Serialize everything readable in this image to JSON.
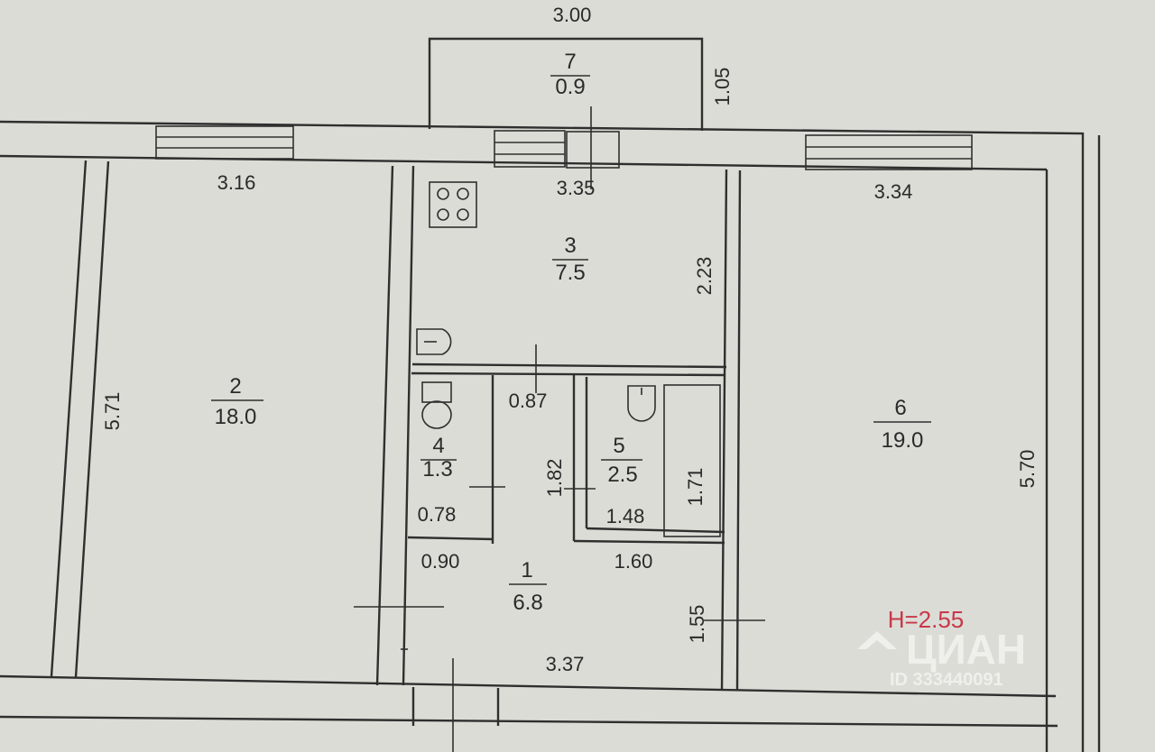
{
  "rooms": [
    {
      "number": "7",
      "area": "0.9"
    },
    {
      "number": "3",
      "area": "7.5"
    },
    {
      "number": "2",
      "area": "18.0"
    },
    {
      "number": "6",
      "area": "19.0"
    },
    {
      "number": "4",
      "area": "1.3"
    },
    {
      "number": "5",
      "area": "2.5"
    },
    {
      "number": "1",
      "area": "6.8"
    }
  ],
  "dimensions": {
    "balcony_width": "3.00",
    "balcony_depth": "1.05",
    "room2_width": "3.16",
    "room2_height": "5.71",
    "kitchen_width": "3.35",
    "kitchen_depth": "2.23",
    "room6_width": "3.34",
    "room6_height": "5.70",
    "corridor_top": "0.87",
    "corridor_mid": "1.82",
    "wc_width": "0.78",
    "wc_door": "0.90",
    "bath_width": "1.48",
    "bath_length": "1.71",
    "bath_door": "1.60",
    "hall_width": "3.37",
    "hall_depth": "1.55"
  },
  "ceiling_height": "H=2.55",
  "watermark": {
    "brand": "ЦИАН",
    "id": "ID 333440091"
  },
  "colors": {
    "paper": "#dcdcd6",
    "lines": "#2f2f2f",
    "highlight": "#c8384a"
  }
}
